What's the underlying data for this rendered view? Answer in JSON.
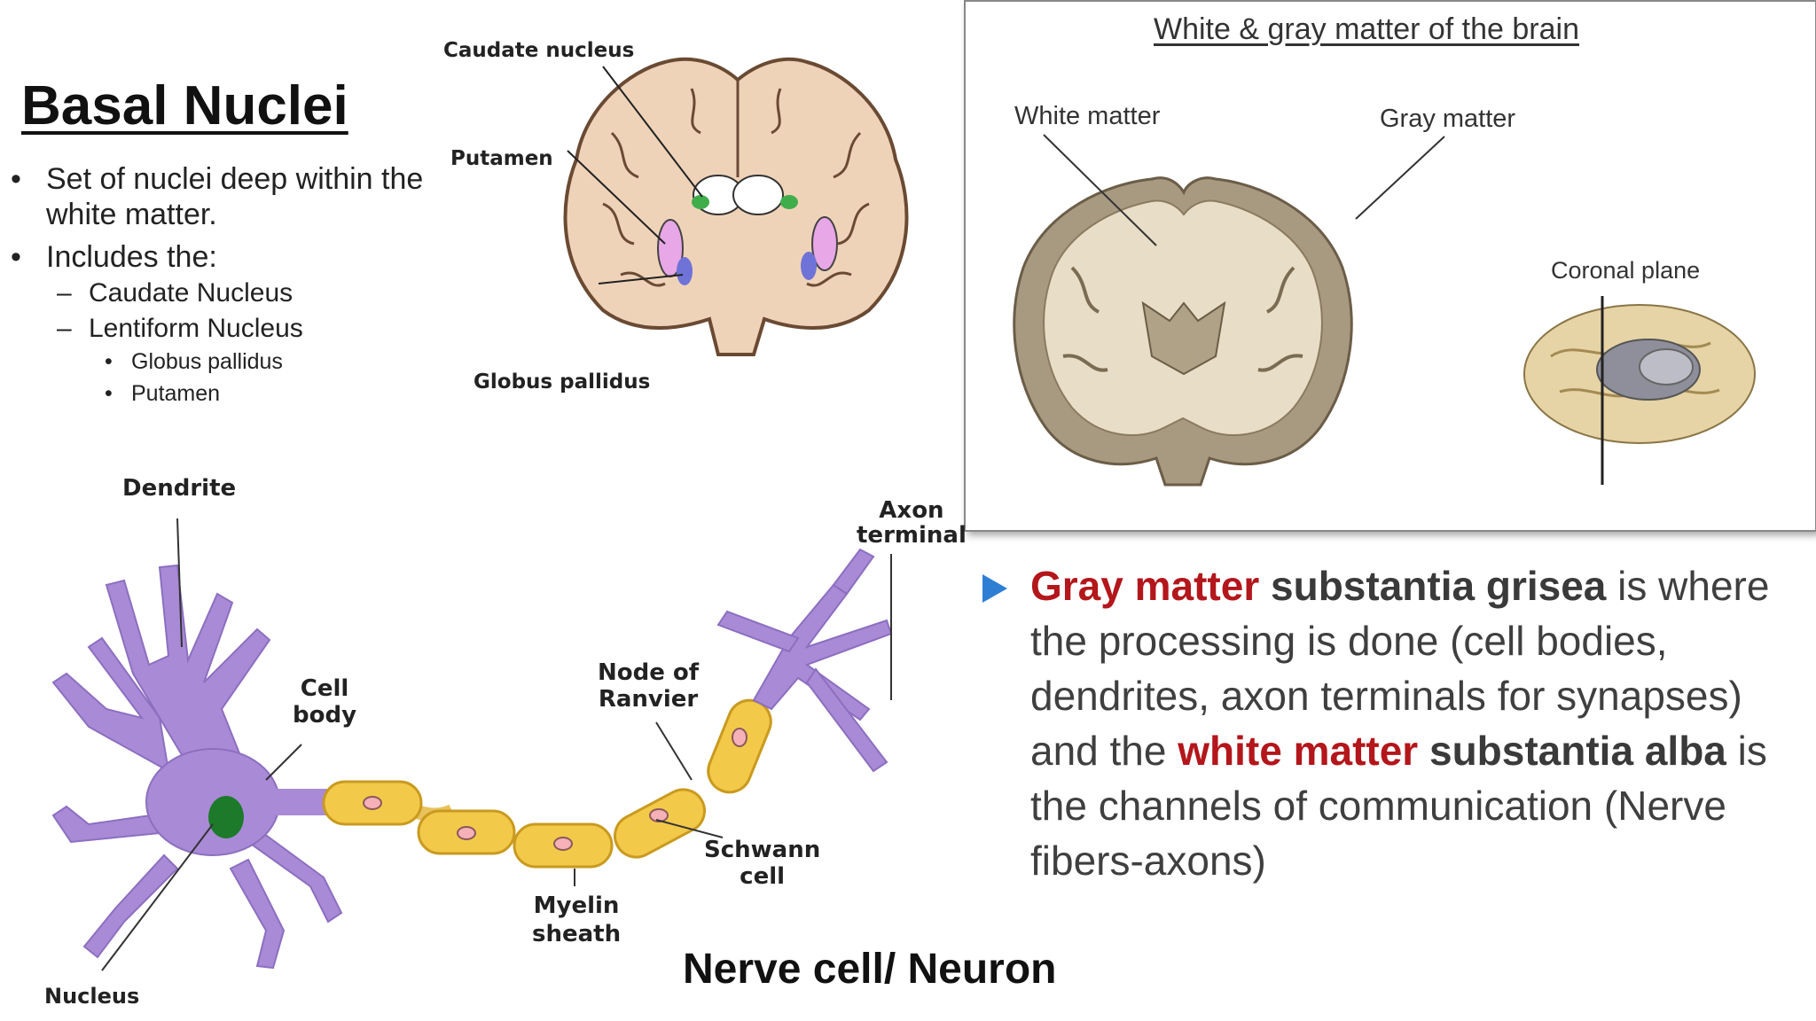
{
  "basal": {
    "title": "Basal Nuclei",
    "bullet1_line1": "Set of nuclei deep within the",
    "bullet1_line2": "white matter.",
    "bullet2": "Includes the:",
    "sub1": "Caudate Nucleus",
    "sub2": "Lentiform Nucleus",
    "subsub1": "Globus pallidus",
    "subsub2": "Putamen"
  },
  "basal_diagram": {
    "label_caudate": "Caudate nucleus",
    "label_putamen": "Putamen",
    "label_globus": "Globus pallidus"
  },
  "brain_panel": {
    "title": "White & gray matter of the brain",
    "label_white": "White matter",
    "label_gray": "Gray matter",
    "label_coronal": "Coronal plane"
  },
  "neuron": {
    "label_dendrite": "Dendrite",
    "label_cell_body_1": "Cell",
    "label_cell_body_2": "body",
    "label_nucleus": "Nucleus",
    "label_node_1": "Node of",
    "label_node_2": "Ranvier",
    "label_axon_1": "Axon",
    "label_axon_2": "terminal",
    "label_schwann_1": "Schwann",
    "label_schwann_2": "cell",
    "label_myelin_1": "Myelin",
    "label_myelin_2": "sheath",
    "caption": "Nerve cell/ Neuron"
  },
  "paragraph": {
    "gray_term": "Gray matter",
    "gray_latin": "substantia grisea",
    "text1": " is where the processing is done (cell bodies, dendrites, axon terminals for synapses) and the ",
    "white_term": "white matter",
    "white_latin": "substantia alba",
    "text2": " is the channels of communication (Nerve fibers-axons)"
  },
  "colors": {
    "highlight_red": "#b3161b",
    "bullet_blue": "#2e7fd3",
    "neuron_purple": "#a98ad6",
    "myelin_yellow": "#f3c94a"
  }
}
